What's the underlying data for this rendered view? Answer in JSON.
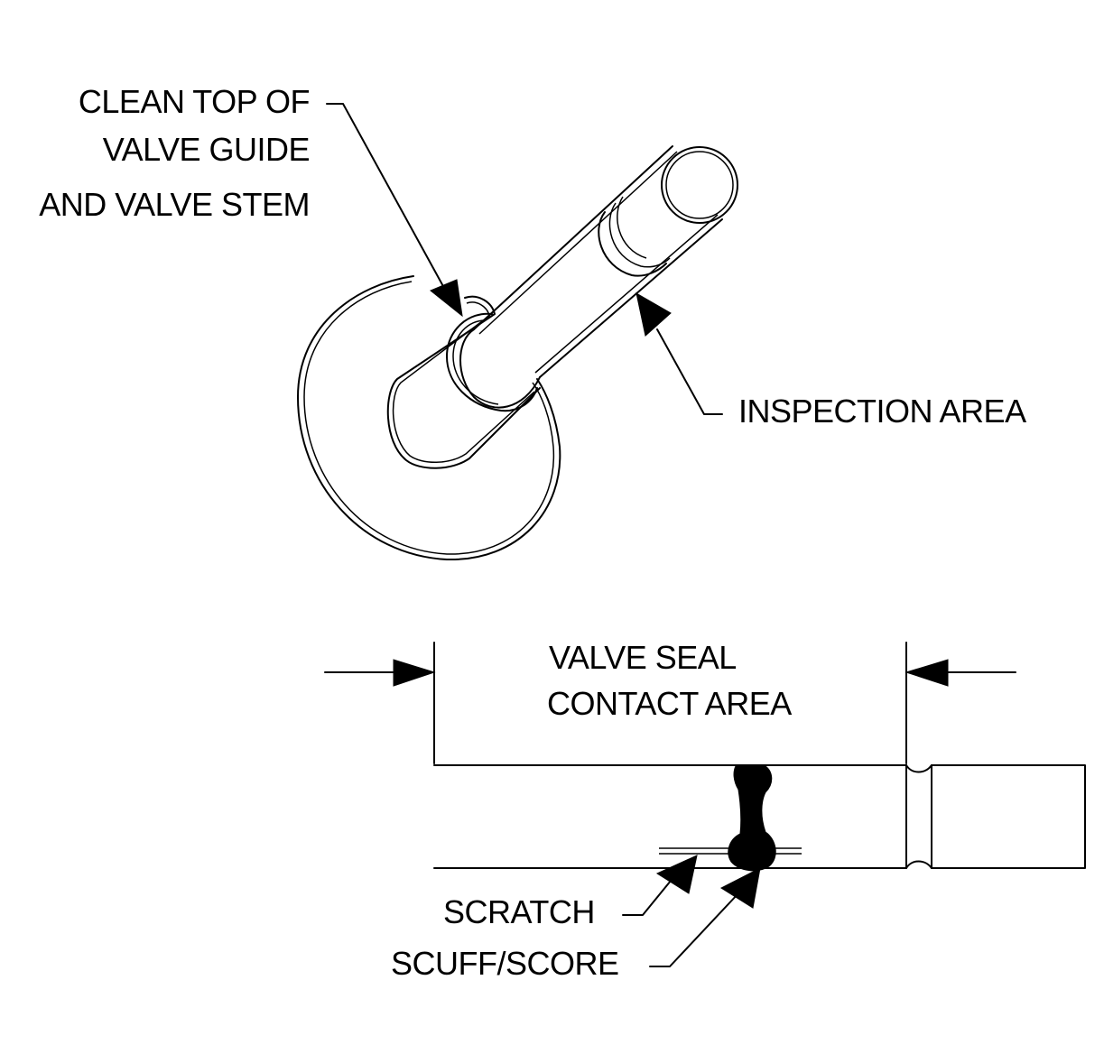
{
  "labels": {
    "clean_line1": "CLEAN TOP OF",
    "clean_line2": "VALVE GUIDE",
    "clean_line3": "AND VALVE STEM",
    "inspection": "INSPECTION AREA",
    "seal_line1": "VALVE SEAL",
    "seal_line2": "CONTACT AREA",
    "scratch": "SCRATCH",
    "scuff": "SCUFF/SCORE"
  },
  "colors": {
    "ink": "#000000",
    "background": "#ffffff"
  }
}
